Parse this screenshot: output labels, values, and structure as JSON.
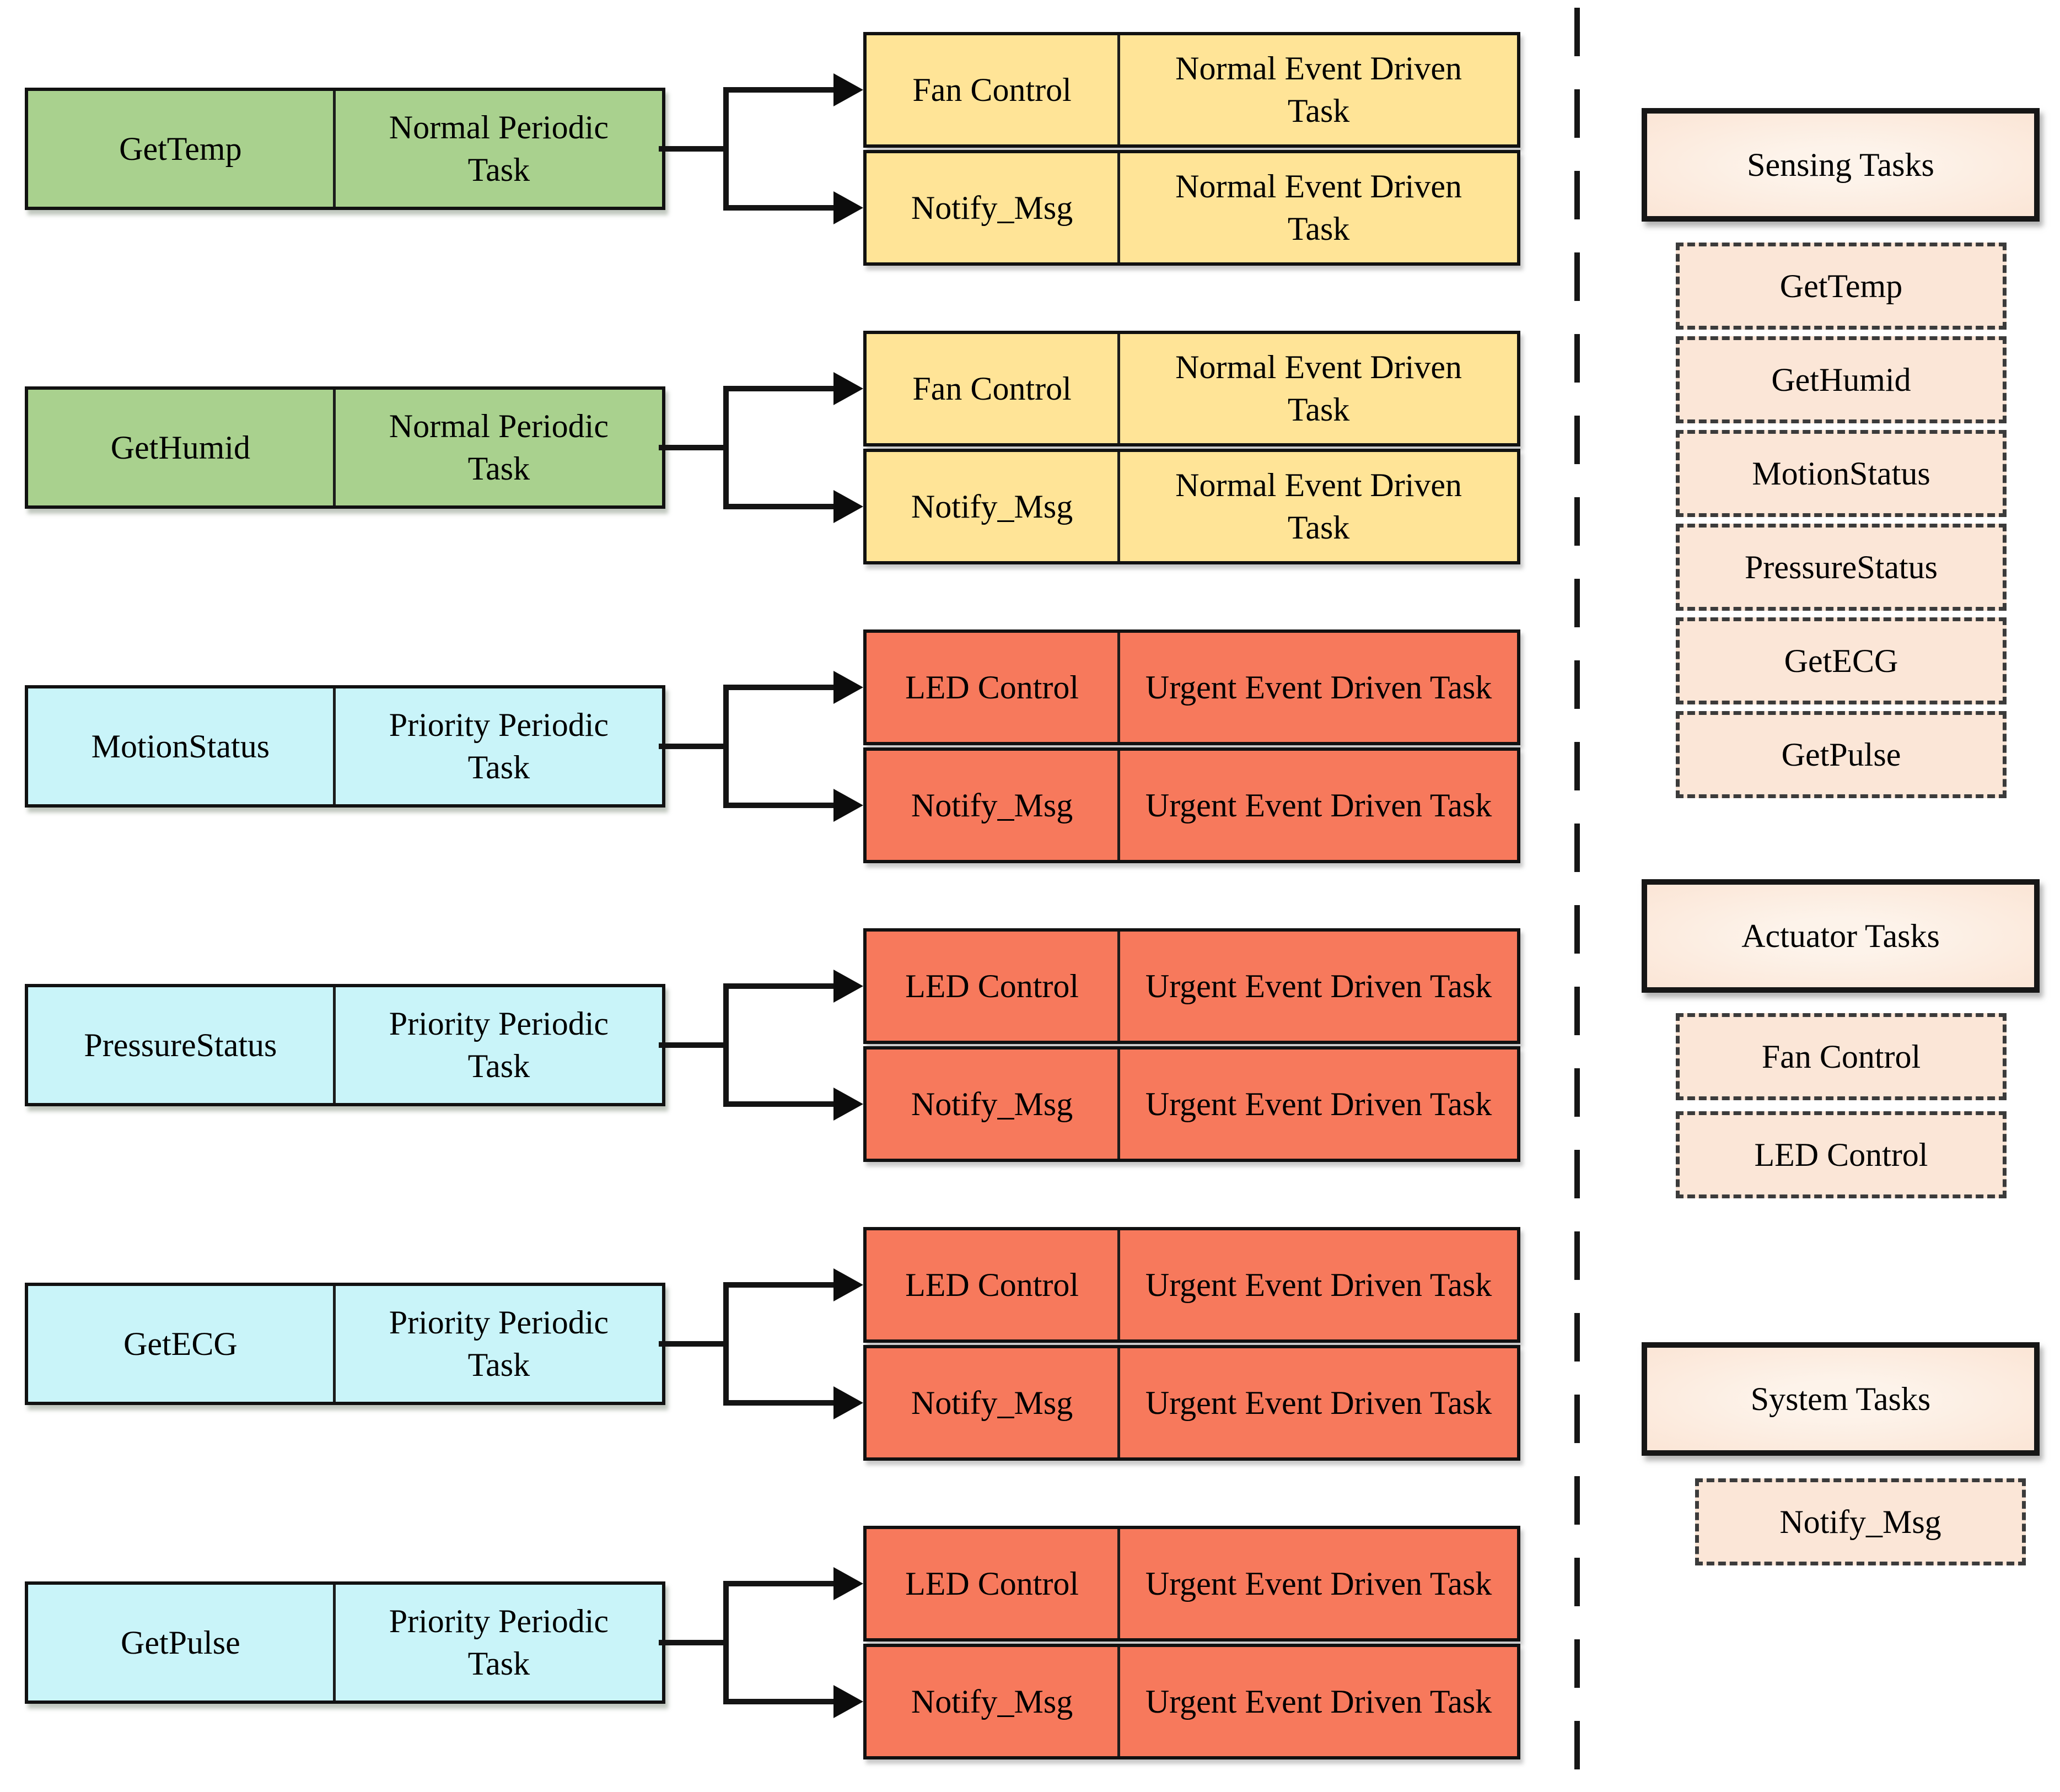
{
  "colors": {
    "green": "#a9d18e",
    "cyan": "#c9f4f9",
    "yellow": "#ffe497",
    "red": "#f7795c",
    "peach": "#fbe6d7",
    "line": "#111111"
  },
  "diagram": {
    "rows": [
      {
        "source": {
          "name": "GetTemp",
          "type": "Normal Periodic Task"
        },
        "targets": [
          {
            "name": "Fan Control",
            "type": "Normal Event Driven Task"
          },
          {
            "name": "Notify_Msg",
            "type": "Normal Event Driven Task"
          }
        ]
      },
      {
        "source": {
          "name": "GetHumid",
          "type": "Normal Periodic Task"
        },
        "targets": [
          {
            "name": "Fan Control",
            "type": "Normal Event Driven Task"
          },
          {
            "name": "Notify_Msg",
            "type": "Normal Event Driven Task"
          }
        ]
      },
      {
        "source": {
          "name": "MotionStatus",
          "type": "Priority Periodic Task"
        },
        "targets": [
          {
            "name": "LED Control",
            "type": "Urgent Event Driven Task"
          },
          {
            "name": "Notify_Msg",
            "type": "Urgent Event Driven Task"
          }
        ]
      },
      {
        "source": {
          "name": "PressureStatus",
          "type": "Priority Periodic Task"
        },
        "targets": [
          {
            "name": "LED Control",
            "type": "Urgent Event Driven Task"
          },
          {
            "name": "Notify_Msg",
            "type": "Urgent Event Driven Task"
          }
        ]
      },
      {
        "source": {
          "name": "GetECG",
          "type": "Priority Periodic Task"
        },
        "targets": [
          {
            "name": "LED Control",
            "type": "Urgent Event Driven Task"
          },
          {
            "name": "Notify_Msg",
            "type": "Urgent Event Driven Task"
          }
        ]
      },
      {
        "source": {
          "name": "GetPulse",
          "type": "Priority Periodic Task"
        },
        "targets": [
          {
            "name": "LED Control",
            "type": "Urgent Event Driven Task"
          },
          {
            "name": "Notify_Msg",
            "type": "Urgent Event Driven Task"
          }
        ]
      }
    ]
  },
  "legend": {
    "sections": [
      {
        "title": "Sensing Tasks",
        "items": [
          "GetTemp",
          "GetHumid",
          "MotionStatus",
          "PressureStatus",
          "GetECG",
          "GetPulse"
        ]
      },
      {
        "title": "Actuator Tasks",
        "items": [
          "Fan Control",
          "LED Control"
        ]
      },
      {
        "title": "System Tasks",
        "items": [
          "Notify_Msg"
        ]
      }
    ]
  }
}
